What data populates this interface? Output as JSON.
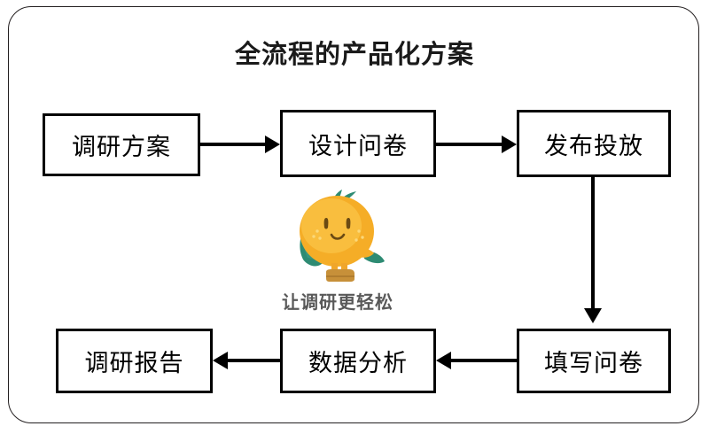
{
  "diagram": {
    "title": "全流程的产品化方案",
    "nodes": [
      {
        "id": "node-research-plan",
        "label": "调研方案"
      },
      {
        "id": "node-design-survey",
        "label": "设计问卷"
      },
      {
        "id": "node-publish-distribute",
        "label": "发布投放"
      },
      {
        "id": "node-fill-survey",
        "label": "填写问卷"
      },
      {
        "id": "node-data-analysis",
        "label": "数据分析"
      },
      {
        "id": "node-research-report",
        "label": "调研报告"
      }
    ],
    "connectors": [
      {
        "from": "调研方案",
        "to": "设计问卷",
        "direction": "right"
      },
      {
        "from": "设计问卷",
        "to": "发布投放",
        "direction": "right"
      },
      {
        "from": "发布投放",
        "to": "填写问卷",
        "direction": "down"
      },
      {
        "from": "填写问卷",
        "to": "数据分析",
        "direction": "left"
      },
      {
        "from": "数据分析",
        "to": "调研报告",
        "direction": "left"
      }
    ]
  },
  "logo": {
    "mascot_name": "orange-mascot",
    "tagline": "让调研更轻松",
    "colors": {
      "orange_body": "#F5AD27",
      "orange_body_light": "#FBC74B",
      "leaf_green": "#2E8B73",
      "bag_teal": "#2E8B73",
      "shoe_brown": "#C79039",
      "tagline_text": "#595959"
    }
  },
  "style": {
    "frame_border_color": "#231F20",
    "node_border_color": "#000000",
    "background": "#FFFFFF",
    "title_color": "#1A1A1A"
  }
}
